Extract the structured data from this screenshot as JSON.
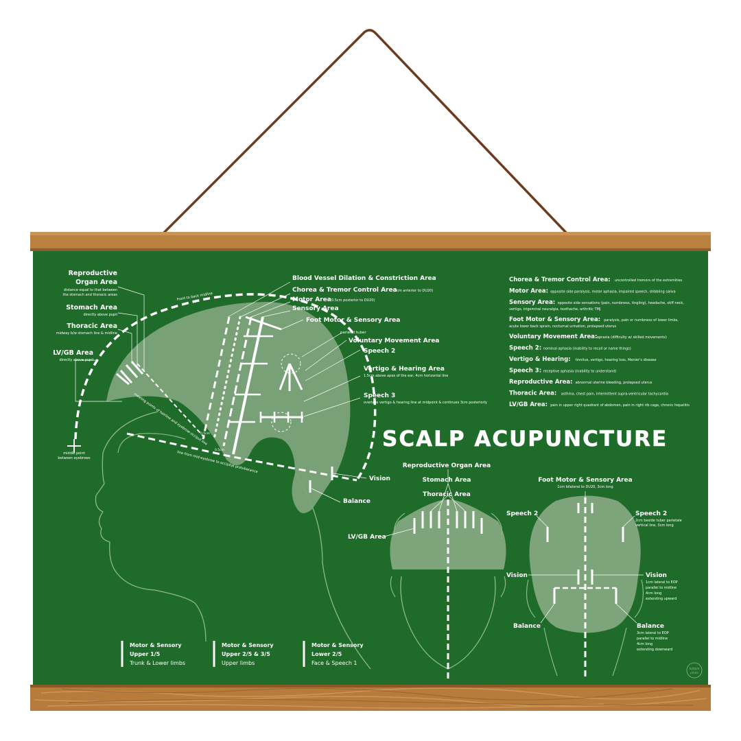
{
  "title": "SCALP ACUPUNCTURE",
  "colors": {
    "board": "#1f6b2a",
    "wood": "#b9803f",
    "strap": "#6b3a1f",
    "silhouette": "#7ea47c",
    "ink": "#ffffff"
  },
  "side_view": {
    "reproductive": {
      "name": "Reproductive",
      "name2": "Organ Area",
      "desc1": "distance equal to that between",
      "desc2": "the stomach and thoracic areas"
    },
    "stomach": {
      "name": "Stomach Area",
      "desc": "directly above pupil"
    },
    "thoracic": {
      "name": "Thoracic Area",
      "desc": "midway b/w stomach line & midline"
    },
    "lvgb": {
      "name": "LV/GB Area",
      "desc": "directly above pupil"
    },
    "middle_point": {
      "line1": "middle point",
      "line2": "between eyebrows"
    },
    "front_back_midline": "Front to back midline",
    "hairline_line": "meeting points of hairline and eyebrow-occiput line",
    "eyebrow_line": "line from mid-eyebrow to occipital protuberance",
    "half_cm_1": "0.5cm",
    "half_cm_2": "0.5cm",
    "parietal_tuber": "parietal tuber",
    "blood_vessel": "Blood Vessel Dilation & Constriction Area",
    "chorea": {
      "name": "Chorea & Tremor Control Area",
      "note": "(1cm anterior to DU20)"
    },
    "motor": {
      "name": "Motor Area",
      "note": "(0.5cm posterior to DU20)"
    },
    "sensory": "Sensory Area",
    "foot_motor": "Foot Motor & Sensory Area",
    "speech2": "Speech 2",
    "voluntary": "Voluntary Movement Area",
    "vertigo": {
      "name": "Vertigo & Hearing Area",
      "desc": "1.5cm above apex of the ear, 4cm horizontal line"
    },
    "speech3": {
      "name": "Speech 3",
      "desc": "overlaps vertigo & hearing line at midpoint & continues 3cm posteriorly"
    },
    "vision": "Vision",
    "balance": "Balance"
  },
  "legend_list": [
    {
      "name": "Chorea & Tremor Control Area:",
      "desc": "uncontrolled tremors of the extremities"
    },
    {
      "name": "Motor Area:",
      "desc": "opposite side paralysis, motor aphasia, impaired speech, dribbling saliva"
    },
    {
      "name": "Sensory Area:",
      "desc": "opposite side sensations (pain, numbness, tingling), headache, stiff neck,",
      "desc2": "vertigo, trigeminal neuralgia, toothache, arthritic TMJ"
    },
    {
      "name": "Foot Motor & Sensory Area:",
      "desc": "paralysis, pain or numbness of lower limbs,",
      "desc2": "acute lower back sprain, nocturnal urination, prolapsed uterus"
    },
    {
      "name": "Voluntary Movement Area:",
      "desc": "apraxia (difficulty w/ skilled movements)"
    },
    {
      "name": "Speech 2:",
      "desc": "nominal aphasia (inability to recall or name things)"
    },
    {
      "name": "Vertigo & Hearing:",
      "desc": "tinnitus, vertigo, hearing loss, Menier's disease"
    },
    {
      "name": "Speech 3:",
      "desc": "receptive aphasia (inability to understand)"
    },
    {
      "name": "Reproductive Area:",
      "desc": "abnormal uterine bleeding, prolapsed uterus"
    },
    {
      "name": "Thoracic Area:",
      "desc": "asthma, chest pain, intermittent supra-ventricular tachycardia"
    },
    {
      "name": "LV/GB Area:",
      "desc": "pain in upper right quadrant of abdomen, pain in right rib cage, chronic hepatitis"
    }
  ],
  "front_view": {
    "reproductive": "Reproductive Organ Area",
    "stomach": "Stomach Area",
    "thoracic": "Thoracic Area",
    "lvgb": "LV/GB Area"
  },
  "back_view": {
    "foot_motor": "Foot Motor & Sensory Area",
    "foot_motor_desc": "1cm bilateral to DU20, 3cm long",
    "speech2_left": "Speech 2",
    "speech2_right": "Speech 2",
    "speech2_desc1": "2cm beside tuber parietale",
    "speech2_desc2": "vertical line, 3cm long",
    "vision_left": "Vision",
    "vision_right": "Vision",
    "vision_desc": [
      "1cm lateral to EOP",
      "parallel to midline",
      "4cm long",
      "extending upward"
    ],
    "balance_left": "Balance",
    "balance_right": "Balance",
    "balance_desc": [
      "3cm lateral to EOP",
      "parallel to midline",
      "4cm long",
      "extending downward"
    ]
  },
  "motor_divisions": [
    {
      "a": "Motor & Sensory",
      "b": "Upper 1/5",
      "c": "Trunk & Lower limbs"
    },
    {
      "a": "Motor & Sensory",
      "b": "Upper 2/5 & 3/5",
      "c": "Upper limbs"
    },
    {
      "a": "Motor & Sensory",
      "b": "Lower 2/5",
      "c": "Face & Speech 1"
    }
  ],
  "logo": {
    "line1": "bottom",
    "line2": "prints"
  }
}
